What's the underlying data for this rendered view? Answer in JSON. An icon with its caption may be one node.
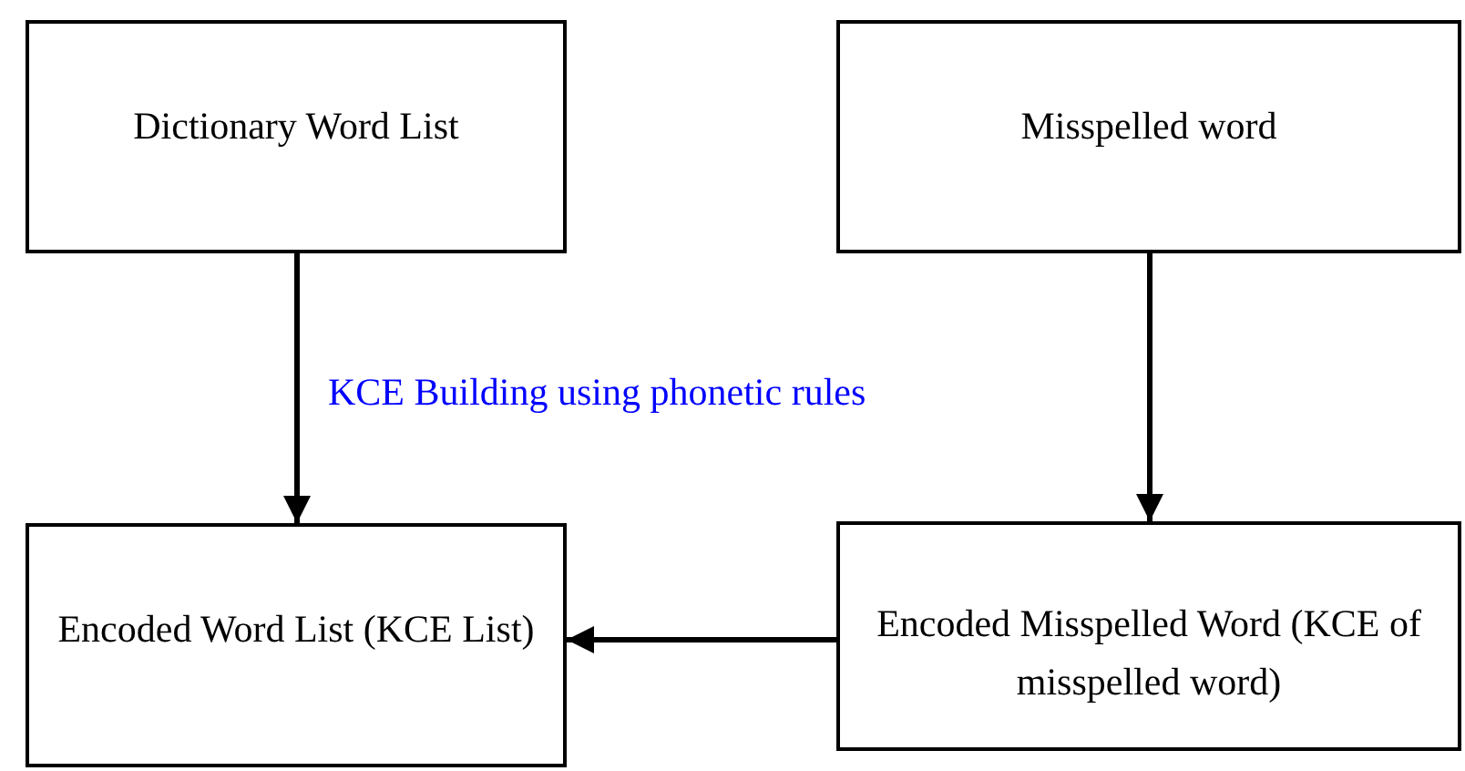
{
  "diagram": {
    "nodes": [
      {
        "text": [
          "Dictionary Word List"
        ]
      },
      {
        "text": [
          "Misspelled word"
        ]
      },
      {
        "text": [
          "Encoded Word List (KCE List)"
        ]
      },
      {
        "text": [
          "Encoded Misspelled Word (KCE of misspelled word)"
        ]
      }
    ],
    "edges": [
      {
        "from": 0,
        "to": 2,
        "arrow": "to",
        "label": "KCE Building using phonetic rules"
      },
      {
        "from": 1,
        "to": 3,
        "arrow": "to"
      },
      {
        "from": 3,
        "to": 2,
        "arrow": "to"
      }
    ]
  }
}
